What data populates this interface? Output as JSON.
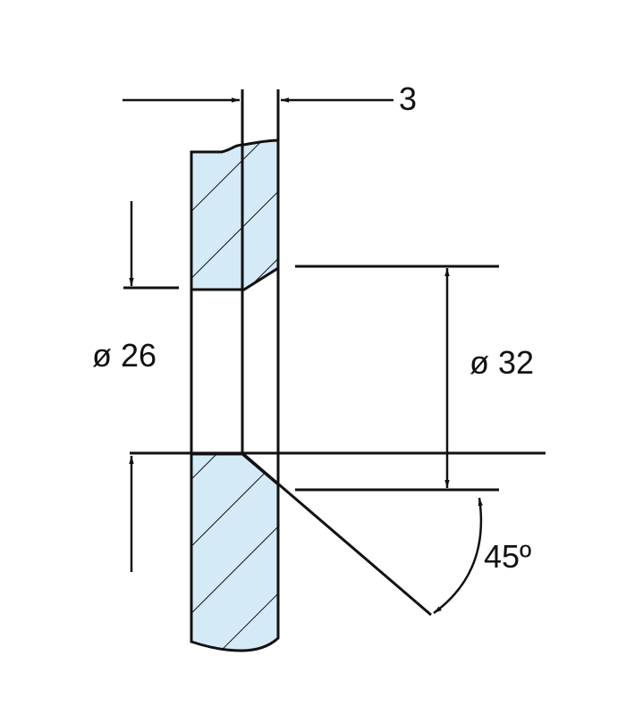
{
  "diagram": {
    "dimensions": {
      "thickness": "3",
      "inner_diameter": "ø 26",
      "outer_diameter": "ø 32",
      "chamfer_angle": "45º"
    },
    "colors": {
      "section_fill": "#d4eaf7",
      "line": "#111111"
    }
  }
}
